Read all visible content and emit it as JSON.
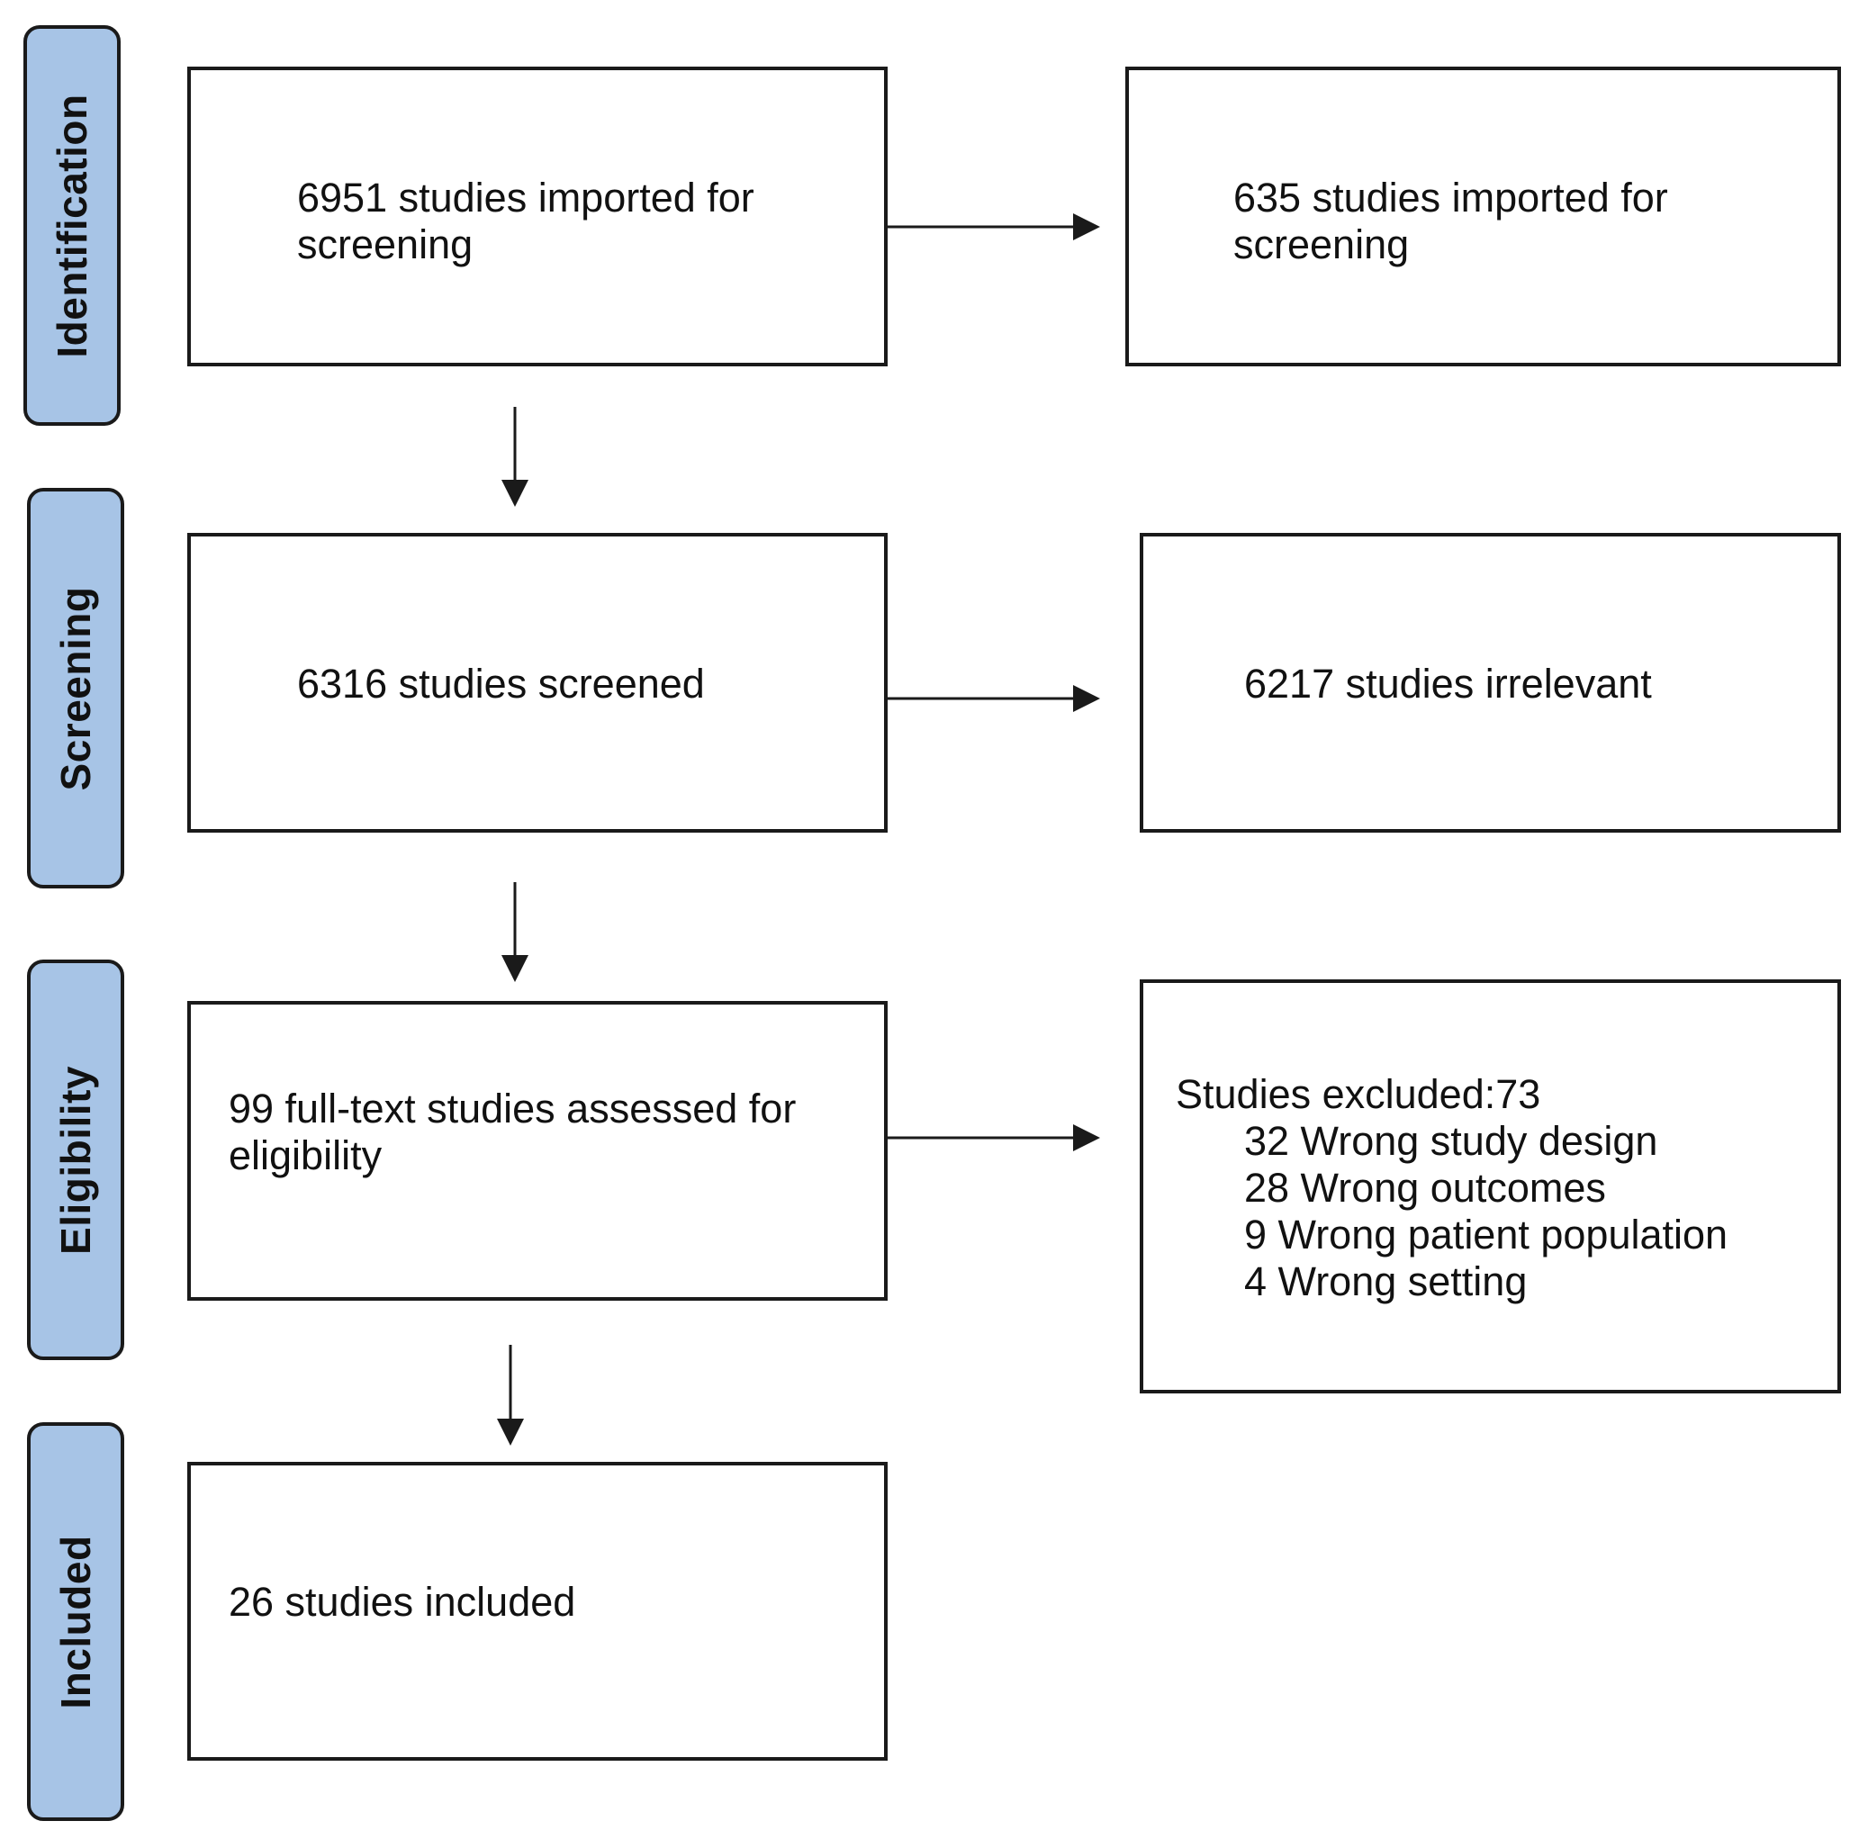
{
  "phases": {
    "identification": "Identification",
    "screening": "Screening",
    "eligibility": "Eligibility",
    "included": "Included"
  },
  "boxes": {
    "imported_main": "6951 studies imported for screening",
    "imported_side": "635 studies imported for screening",
    "screened": "6316 studies screened",
    "irrelevant": "6217 studies irrelevant",
    "fulltext": "99 full-text studies assessed for eligibility",
    "included": "26 studies included"
  },
  "exclusions": {
    "heading": "Studies excluded:73",
    "items": [
      "32 Wrong study design",
      "28 Wrong outcomes",
      "9 Wrong patient population",
      "4 Wrong setting"
    ]
  },
  "colors": {
    "phase_fill": "#a7c4e6",
    "stroke": "#1a1a1a"
  }
}
